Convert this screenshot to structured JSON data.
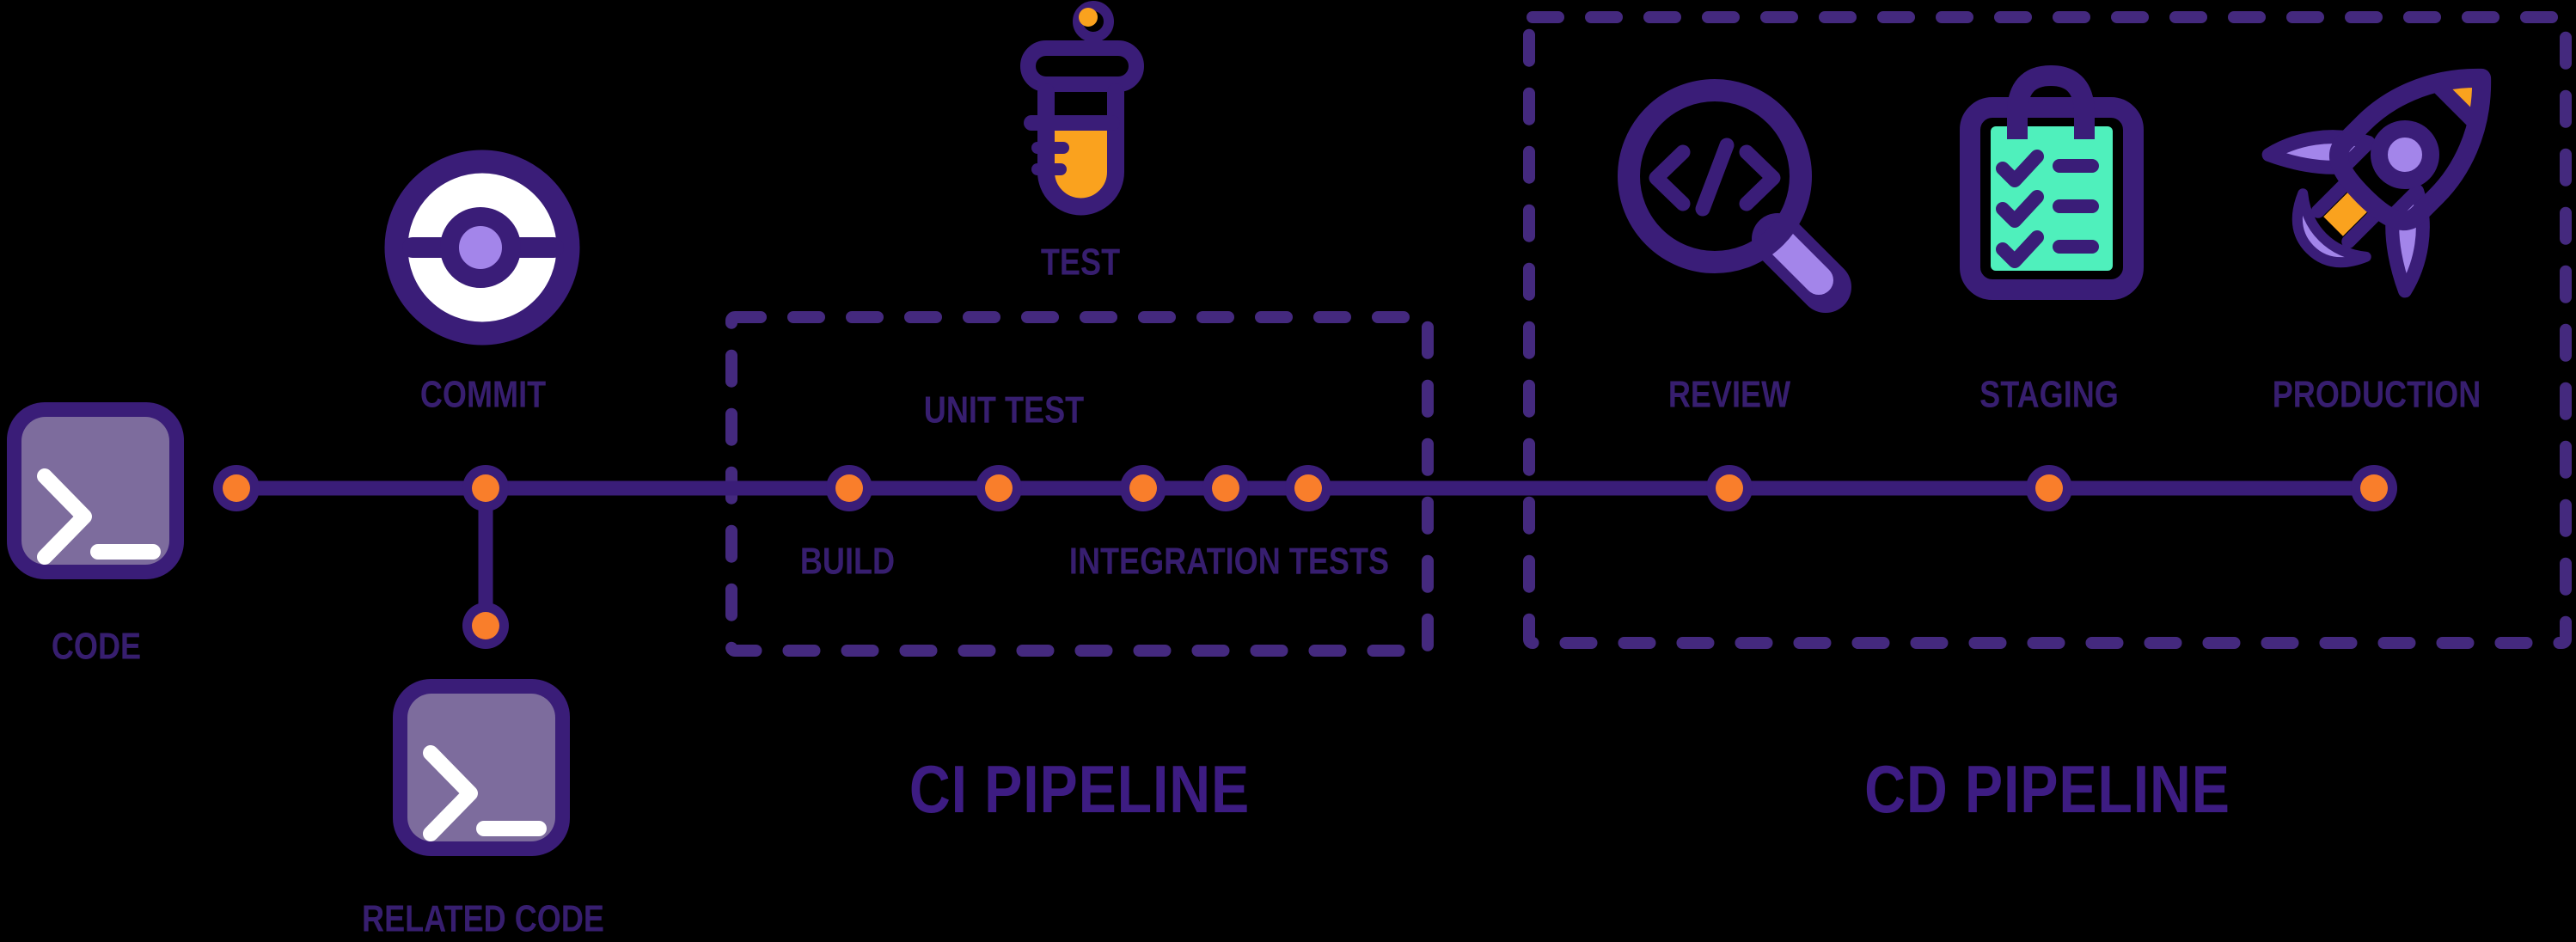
{
  "colors": {
    "background": "#000000",
    "outline": "#3A1D78",
    "dash": "#44297E",
    "label": "#371E6F",
    "title": "#3D1C82",
    "dot_orange": "#F97E2B",
    "accent_orange": "#FAA21E",
    "light_purple": "#A385EA",
    "terminal_fill": "#7D6C9D",
    "paper_green": "#4FF0BC",
    "white": "#FFFFFF"
  },
  "pipeline": {
    "stages": {
      "code": "CODE",
      "commit": "COMMIT",
      "test": "TEST",
      "build": "BUILD",
      "unit_test": "UNIT TEST",
      "integration_tests": "INTEGRATION TESTS",
      "review": "REVIEW",
      "staging": "STAGING",
      "production": "PRODUCTION",
      "related_code": "RELATED CODE"
    },
    "groups": {
      "ci": "CI PIPELINE",
      "cd": "CD PIPELINE"
    },
    "icons": {
      "code": "terminal-icon",
      "commit": "git-commit-icon",
      "test": "test-tube-icon",
      "review": "code-search-magnifier-icon",
      "staging": "checklist-clipboard-icon",
      "production": "rocket-icon",
      "related_code": "terminal-icon"
    }
  }
}
